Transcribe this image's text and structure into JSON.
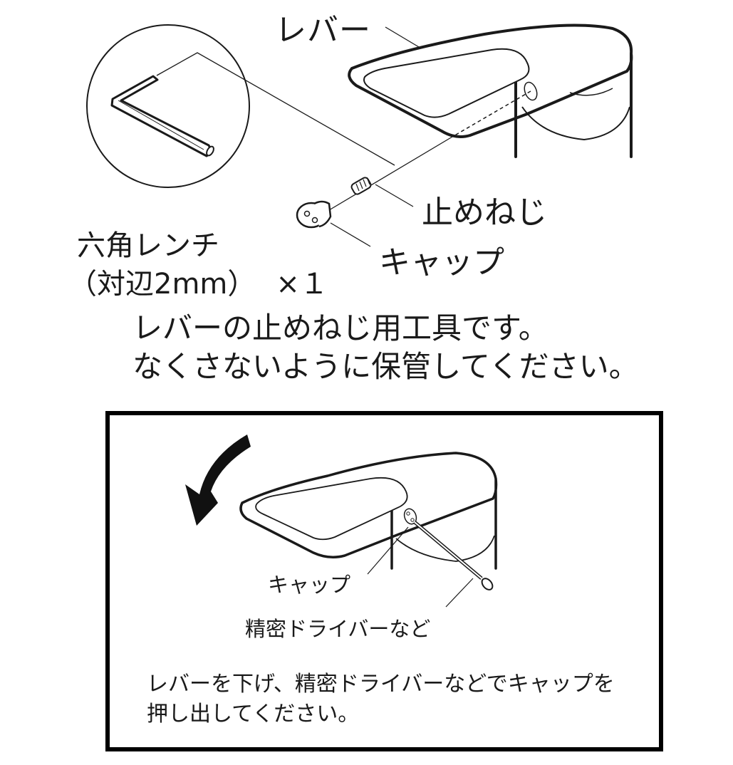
{
  "upper_figure": {
    "labels": {
      "lever": "レバー",
      "set_screw": "止めねじ",
      "cap": "キャップ"
    },
    "tool": {
      "name": "六角レンチ",
      "spec": "（対辺2mm）",
      "quantity": "×１"
    },
    "note": {
      "line1": "レバーの止めねじ用工具です。",
      "line2": "なくさないように保管してください。"
    }
  },
  "lower_box": {
    "labels": {
      "cap": "キャップ",
      "driver": "精密ドライバーなど"
    },
    "instruction": {
      "line1": "レバーを下げ、精密ドライバーなどでキャップを",
      "line2": "押し出してください。"
    }
  },
  "icons": {
    "hex_wrench": "hex-key-illustration",
    "lever": "faucet-lever-illustration",
    "arrow": "curved-down-arrow"
  },
  "colors": {
    "ink": "#1a1a1a",
    "background": "#ffffff",
    "border": "#000000"
  }
}
